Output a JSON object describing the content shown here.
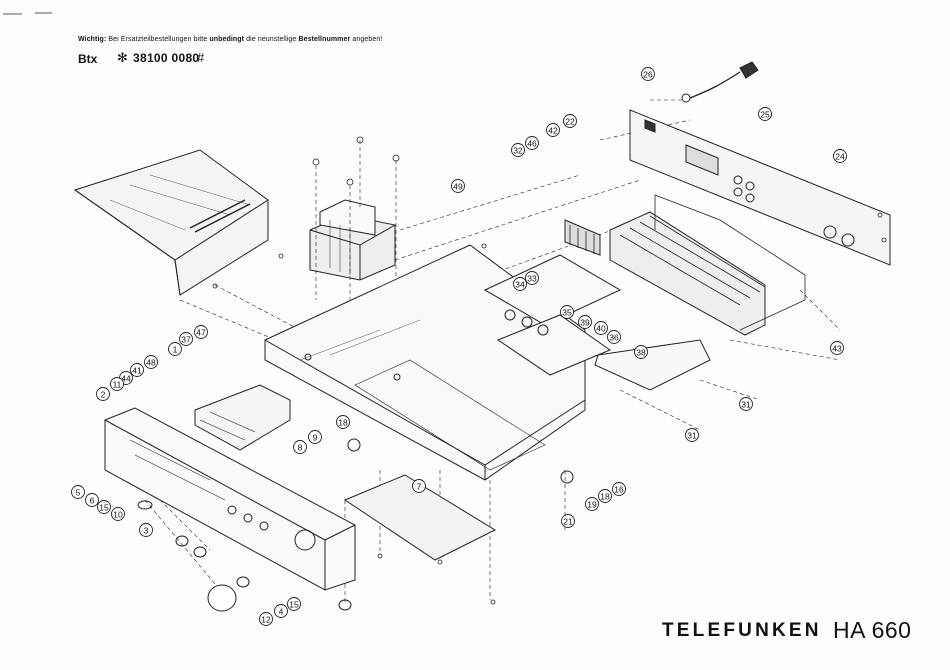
{
  "header": {
    "note_prefix": "Wichtig:",
    "note_text_1": " Bei Ersatzteilbestellungen bitte ",
    "note_bold_1": "unbedingt",
    "note_text_2": " die neunstellige ",
    "note_bold_2": "Bestellnummer",
    "note_text_3": " angeben!",
    "btx_label": "Btx",
    "part_number_star": "✻",
    "part_number": "38100 0080",
    "part_number_hash": "#"
  },
  "footer": {
    "brand": "TELEFUNKEN",
    "model": "HA 660"
  },
  "callouts": [
    "26",
    "25",
    "22",
    "42",
    "46",
    "32",
    "24",
    "49",
    "33",
    "34",
    "35",
    "39",
    "40",
    "36",
    "38",
    "43",
    "31",
    "31",
    "37",
    "47",
    "1",
    "48",
    "41",
    "44",
    "11",
    "2",
    "18",
    "9",
    "8",
    "7",
    "16",
    "18",
    "19",
    "21",
    "5",
    "6",
    "15",
    "10",
    "3",
    "12",
    "4",
    "15"
  ]
}
